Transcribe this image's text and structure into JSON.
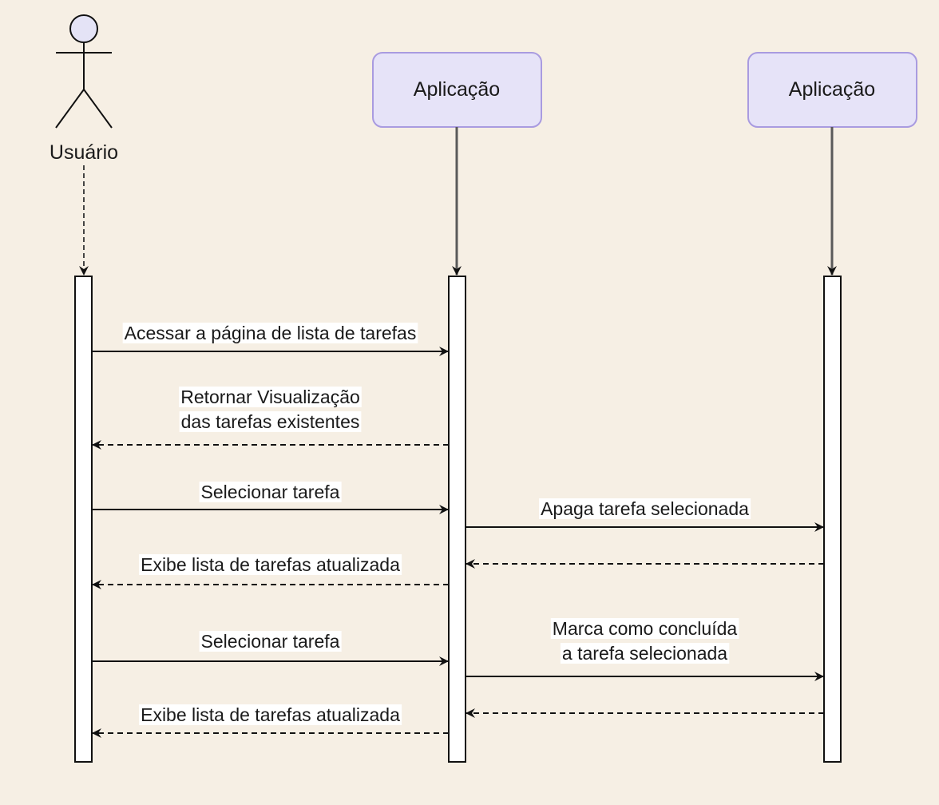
{
  "colors": {
    "background": "#f6efe4",
    "participant_fill": "#e6e3f8",
    "participant_stroke": "#a99be0",
    "actor_head_fill": "#e4e3f6",
    "line": "#111111",
    "lifeline_gray": "#5a5a5a",
    "label_bg": "#ffffff"
  },
  "actor": {
    "label": "Usuário",
    "icon": "stick-figure-icon"
  },
  "participants": [
    {
      "label": "Aplicação"
    },
    {
      "label": "Aplicação"
    }
  ],
  "messages": [
    {
      "label_lines": [
        "Acessar a página de lista de tarefas"
      ],
      "from": "user",
      "to": "app1",
      "style": "solid"
    },
    {
      "label_lines": [
        "Retornar Visualização",
        "das tarefas existentes"
      ],
      "from": "app1",
      "to": "user",
      "style": "dashed"
    },
    {
      "label_lines": [
        "Selecionar tarefa"
      ],
      "from": "user",
      "to": "app1",
      "style": "solid"
    },
    {
      "label_lines": [
        "Apaga tarefa selecionada"
      ],
      "from": "app1",
      "to": "app2",
      "style": "solid"
    },
    {
      "label_lines": [],
      "from": "app2",
      "to": "app1",
      "style": "dashed"
    },
    {
      "label_lines": [
        "Exibe lista de tarefas atualizada"
      ],
      "from": "app1",
      "to": "user",
      "style": "dashed"
    },
    {
      "label_lines": [
        "Selecionar tarefa"
      ],
      "from": "user",
      "to": "app1",
      "style": "solid"
    },
    {
      "label_lines": [
        "Marca como concluída",
        "a tarefa selecionada"
      ],
      "from": "app1",
      "to": "app2",
      "style": "solid"
    },
    {
      "label_lines": [],
      "from": "app2",
      "to": "app1",
      "style": "dashed"
    },
    {
      "label_lines": [
        "Exibe lista de tarefas atualizada"
      ],
      "from": "app1",
      "to": "user",
      "style": "dashed"
    }
  ]
}
